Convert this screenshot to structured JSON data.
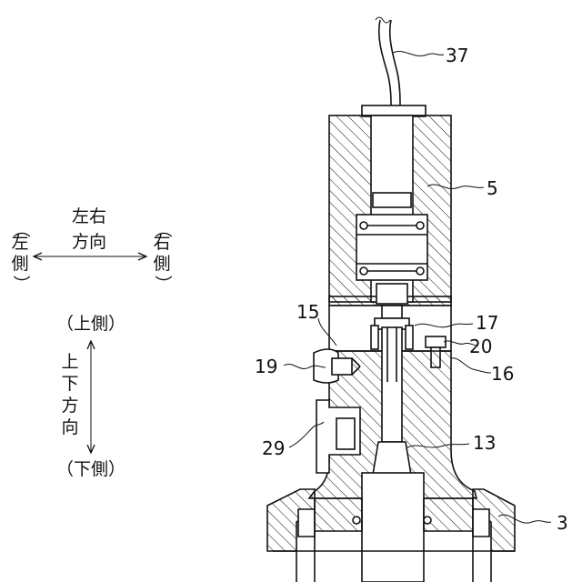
{
  "direction_legend": {
    "horizontal": {
      "center_line1": "左右",
      "center_line2": "方向",
      "left_paren_open": "（",
      "left_char1": "左",
      "left_char2": "側",
      "left_paren_close": "）",
      "right_paren_open": "（",
      "right_char1": "右",
      "right_char2": "側",
      "right_paren_close": "）"
    },
    "vertical": {
      "top": "（上側）",
      "middle": [
        "上",
        "下",
        "方",
        "向"
      ],
      "bottom": "（下側）"
    }
  },
  "callouts": {
    "c37": "37",
    "c5": "5",
    "c15": "15",
    "c17": "17",
    "c20": "20",
    "c19": "19",
    "c16": "16",
    "c29": "29",
    "c13": "13",
    "c3": "3"
  }
}
